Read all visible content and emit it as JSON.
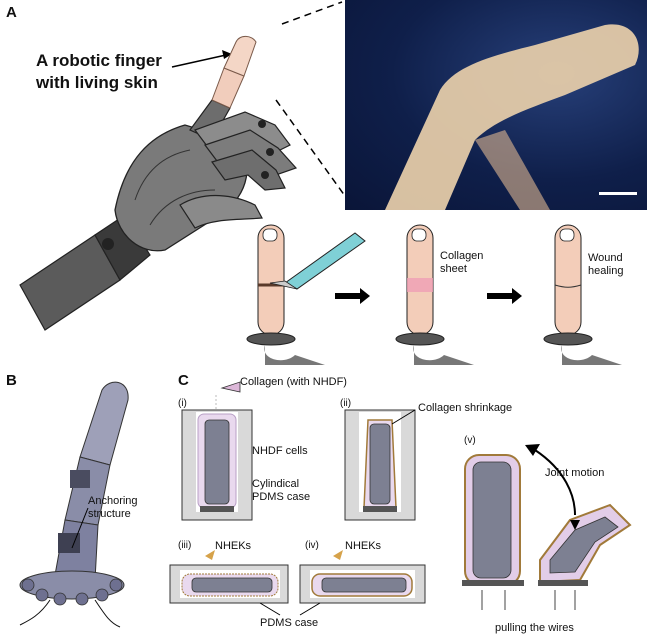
{
  "panel_a": {
    "letter": "A",
    "title_line1": "A robotic finger",
    "title_line2": "with living skin",
    "label_collagen_line1": "Collagen",
    "label_collagen_line2": "sheet",
    "label_wound_line1": "Wound",
    "label_wound_line2": "healing"
  },
  "panel_b": {
    "letter": "B",
    "label_line1": "Anchoring",
    "label_line2": "structure"
  },
  "panel_c": {
    "letter": "C",
    "step_i": "(i)",
    "step_ii": "(ii)",
    "step_iii": "(iii)",
    "step_iv": "(iv)",
    "step_v": "(v)",
    "collagen_top": "Collagen (with NHDF)",
    "nhdf_cells": "NHDF cells",
    "case_line1": "Cylindical",
    "case_line2": "PDMS case",
    "shrinkage": "Collagen shrinkage",
    "nheks_1": "NHEKs",
    "nheks_2": "NHEKs",
    "pdms_case": "PDMS case",
    "joint_motion": "Joint motion",
    "pulling": "pulling the wires"
  }
}
